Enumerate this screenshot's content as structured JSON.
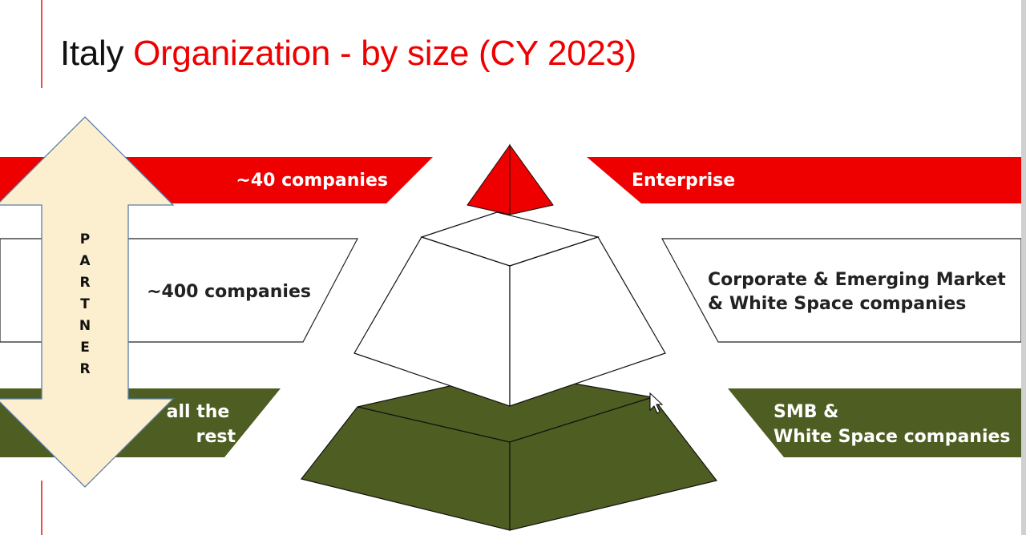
{
  "title": {
    "part1": "Italy",
    "part2": "Organization - by size (CY 2023)"
  },
  "colors": {
    "red": "#ee0000",
    "olive": "#4e5e22",
    "arrow_fill": "#fcefcf",
    "arrow_stroke": "#5a7da8"
  },
  "tiers": [
    {
      "left_label": "~40 companies",
      "right_lines": [
        "Enterprise"
      ]
    },
    {
      "left_label": "~400 companies",
      "right_lines": [
        "Corporate & Emerging Market",
        "& White Space companies"
      ]
    },
    {
      "left_lines": [
        "all the",
        "rest"
      ],
      "right_lines": [
        "SMB &",
        "White Space companies"
      ]
    }
  ],
  "partner_letters": [
    "P",
    "A",
    "R",
    "T",
    "N",
    "E",
    "R"
  ]
}
